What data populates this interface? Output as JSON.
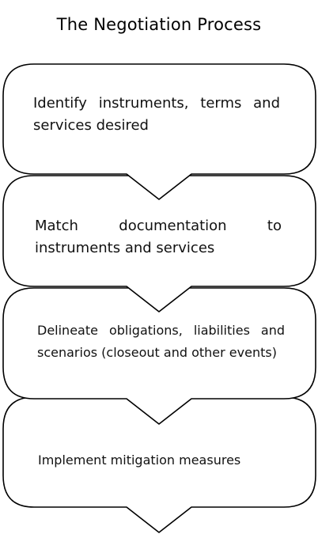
{
  "diagram": {
    "title": "The Negotiation Process",
    "steps": [
      {
        "label": "Identify instruments, terms and services desired"
      },
      {
        "label": "Match documentation to instruments and services"
      },
      {
        "label": "Delineate obligations, liabilities and scenarios (closeout and other events)"
      },
      {
        "label": "Implement mitigation measures"
      }
    ]
  }
}
